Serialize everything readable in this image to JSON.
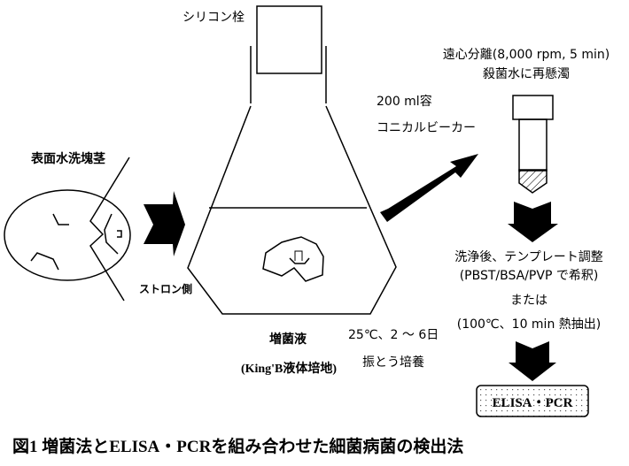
{
  "labels": {
    "stopper": "シリコン栓",
    "flask_volume": "200 ml容",
    "flask_type": "コニカルビーカー",
    "tuber": "表面水洗塊茎",
    "stolon_side": "ストロン側",
    "culture_liquid": "増菌液",
    "medium": "(King'B液体培地)",
    "conditions": "25℃、2 ～ 6日",
    "shaking": "振とう培養",
    "centrifuge": "遠心分離(8,000 rpm, 5 min)",
    "resuspend": "殺菌水に再懸濁",
    "wash": "洗浄後、テンプレート調整",
    "dilute": "(PBST/BSA/PVP で希釈)",
    "or": "または",
    "heat": "(100℃、10 min  熱抽出)",
    "detection": "ELISA・PCR"
  },
  "caption": "図1  増菌法とELISA・PCRを組み合わせた細菌病菌の検出法"
}
